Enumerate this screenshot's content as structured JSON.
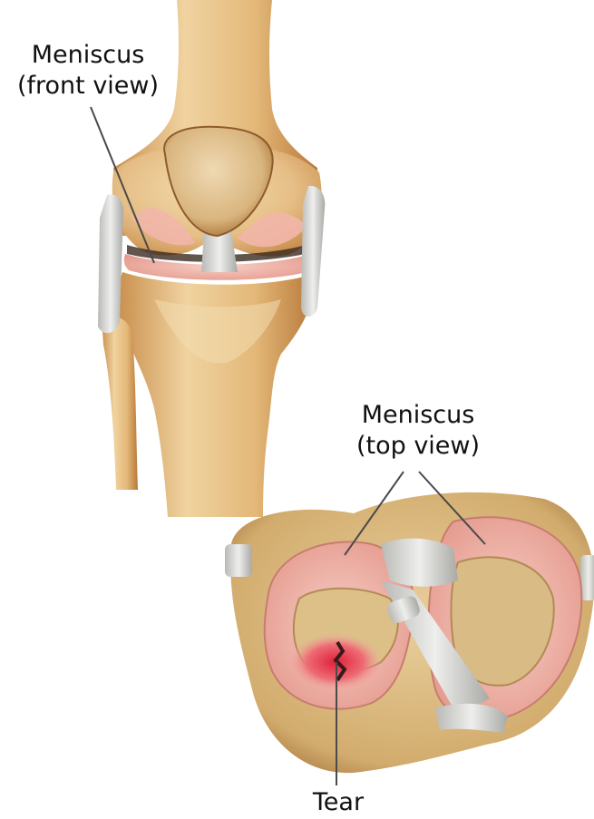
{
  "labels": {
    "front": {
      "line1": "Meniscus",
      "line2": "(front view)"
    },
    "top": {
      "line1": "Meniscus",
      "line2": "(top view)"
    },
    "tear": {
      "text": "Tear"
    }
  },
  "colors": {
    "bone": "#e8c48e",
    "bone_shadow": "#c9904e",
    "cartilage": "#f2b4a8",
    "meniscus_pink": "#efaaa0",
    "tear_red": "#d83040",
    "ligament": "#d8d8d6",
    "leader_line": "#4a4a4a"
  },
  "icons": {
    "front_view": "knee-front-view-illustration",
    "top_view": "tibial-plateau-top-view-illustration"
  }
}
